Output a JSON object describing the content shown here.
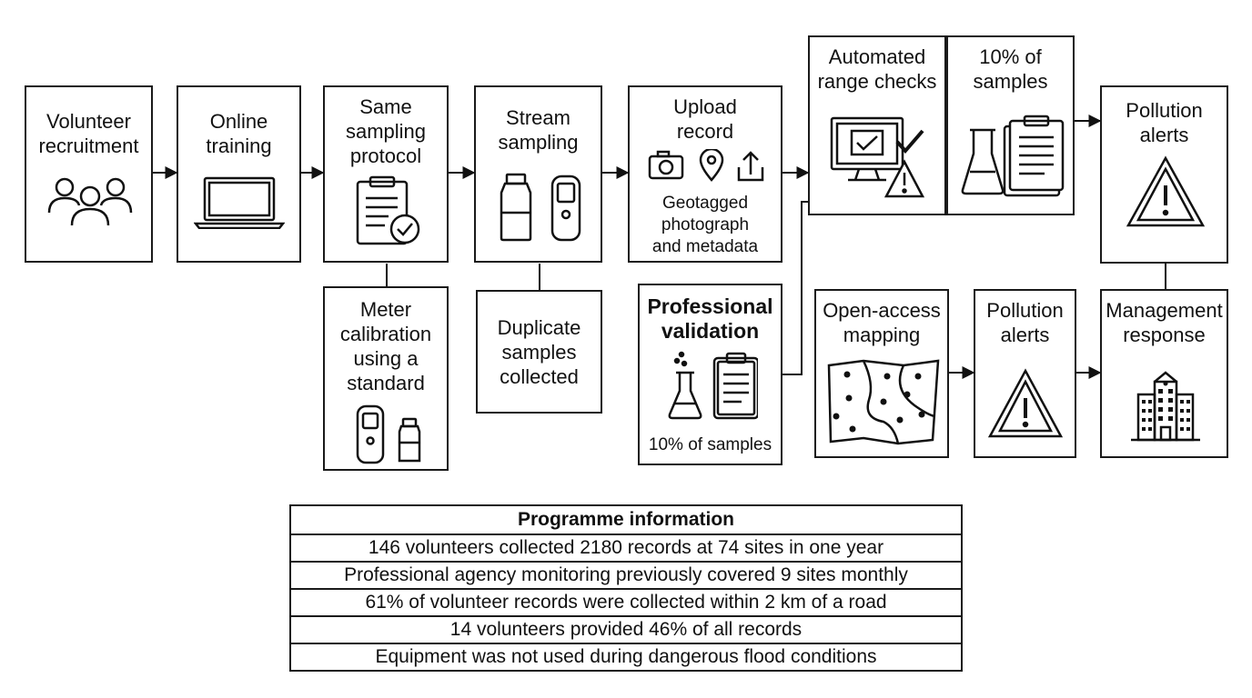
{
  "nodes": {
    "volunteer_recruitment": "Volunteer\nrecruitment",
    "online_training": "Online\ntraining",
    "same_protocol": "Same\nsampling\nprotocol",
    "stream_sampling": "Stream\nsampling",
    "upload_record": "Upload\nrecord",
    "upload_detail": "Geotagged\nphotograph\nand metadata",
    "automated_checks": "Automated\nrange checks",
    "ten_percent_top": "10% of\nsamples",
    "pollution_alerts_top": "Pollution\nalerts",
    "meter_calibration": "Meter\ncalibration\nusing a\nstandard",
    "duplicate_samples": "Duplicate\nsamples\ncollected",
    "professional_validation": "Professional\nvalidation",
    "professional_detail": "10% of samples",
    "open_access_mapping": "Open-access\nmapping",
    "pollution_alerts_bottom": "Pollution\nalerts",
    "management_response": "Management\nresponse"
  },
  "icons": {
    "volunteer_recruitment": "people-group-icon",
    "online_training": "laptop-icon",
    "same_protocol": "clipboard-check-icon",
    "stream_sampling": "bottle-and-meter-icon",
    "upload_record": "camera-location-upload-icons",
    "automated_checks": "monitor-check-warning-icon",
    "ten_percent_top": "flask-clipboard-icon",
    "pollution_alerts": "warning-triangle-icon",
    "meter_calibration": "meter-and-bottle-icon",
    "professional_validation": "flask-clipboard-icon",
    "open_access_mapping": "map-with-points-icon",
    "management_response": "building-icon"
  },
  "info_table": {
    "title": "Programme information",
    "rows": [
      "146 volunteers collected 2180 records at 74 sites in one year",
      "Professional agency monitoring previously covered 9 sites monthly",
      "61% of volunteer records were collected within 2 km of a road",
      "14 volunteers provided 46% of all records",
      "Equipment was not used during dangerous flood conditions"
    ]
  }
}
